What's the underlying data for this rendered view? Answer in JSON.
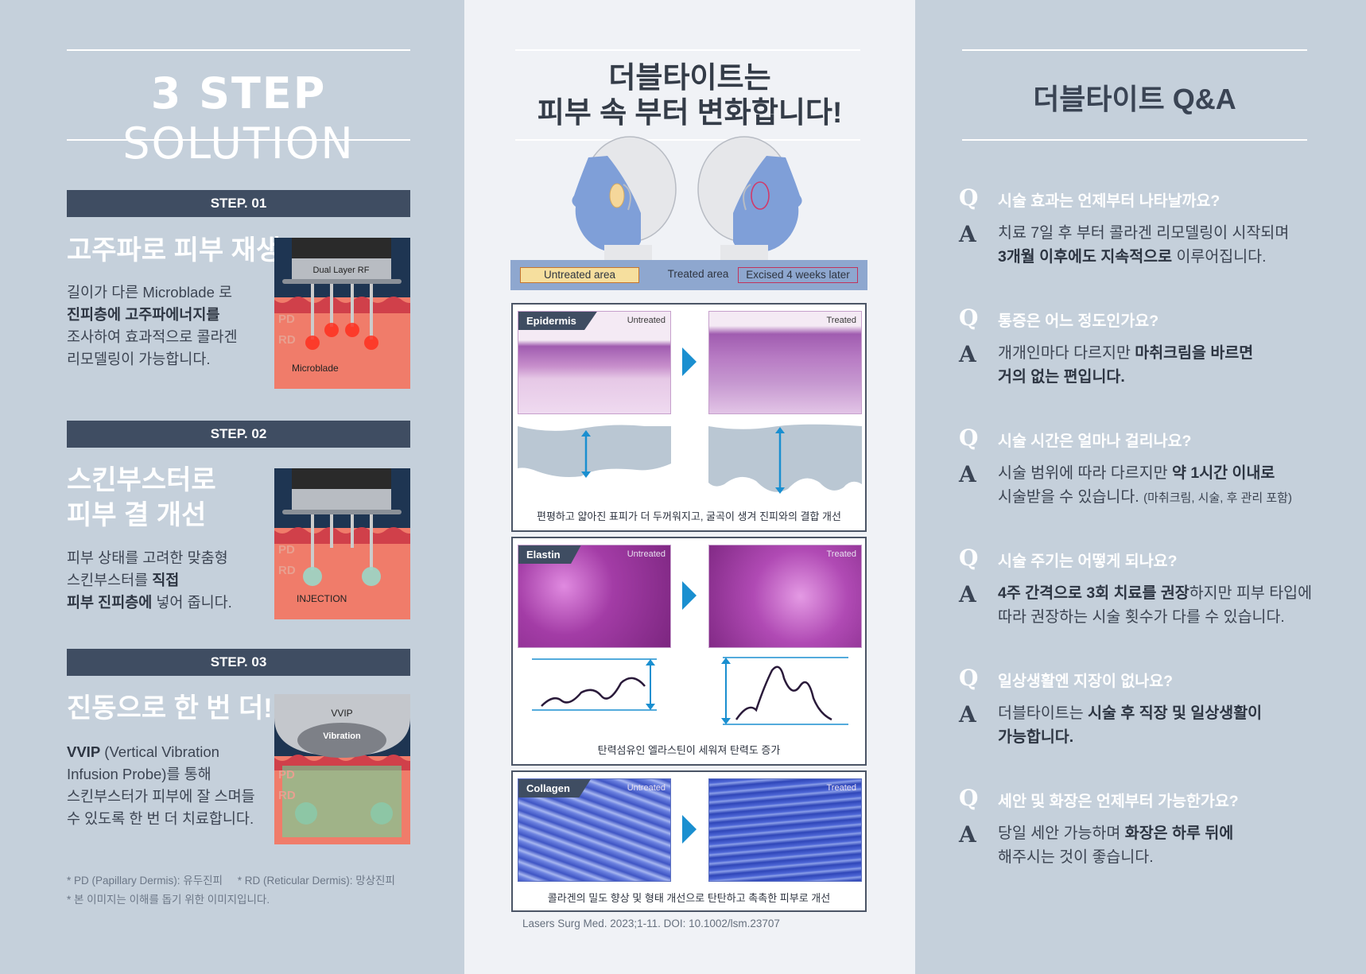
{
  "left": {
    "title_bold": "3 STEP",
    "title_light": "SOLUTION",
    "steps": [
      {
        "label": "STEP. 01",
        "heading": [
          "고주파로 피부 재생"
        ],
        "desc_lines": [
          [
            {
              "t": "길이가 다른 Microblade 로",
              "b": false
            }
          ],
          [
            {
              "t": "진피층에 고주파에너지를",
              "b": true
            }
          ],
          [
            {
              "t": "조사하여 효과적으로 콜라겐",
              "b": false
            }
          ],
          [
            {
              "t": "리모델링이 가능합니다.",
              "b": false
            }
          ]
        ],
        "img_labels": {
          "device": "Dual Layer RF",
          "pd": "PD",
          "rd": "RD",
          "bottom": "Microblade"
        }
      },
      {
        "label": "STEP. 02",
        "heading": [
          "스킨부스터로",
          "피부 결 개선"
        ],
        "desc_lines": [
          [
            {
              "t": "피부 상태를 고려한 맞춤형",
              "b": false
            }
          ],
          [
            {
              "t": "스킨부스터를 ",
              "b": false
            },
            {
              "t": "직접",
              "b": true
            }
          ],
          [
            {
              "t": "피부 진피층에",
              "b": true
            },
            {
              "t": " 넣어 줍니다.",
              "b": false
            }
          ]
        ],
        "img_labels": {
          "pd": "PD",
          "rd": "RD",
          "bottom": "INJECTION"
        }
      },
      {
        "label": "STEP. 03",
        "heading": [
          "진동으로 한 번 더!"
        ],
        "desc_lines": [
          [
            {
              "t": "VVIP",
              "b": true
            },
            {
              "t": " (Vertical Vibration",
              "b": false
            }
          ],
          [
            {
              "t": "Infusion Probe)를 통해",
              "b": false
            }
          ],
          [
            {
              "t": "스킨부스터가 피부에 잘 스며들",
              "b": false
            }
          ],
          [
            {
              "t": "수 있도록 한 번 더 치료합니다.",
              "b": false
            }
          ]
        ],
        "img_labels": {
          "device": "VVIP",
          "sub": "Vibration",
          "pd": "PD",
          "rd": "RD"
        }
      }
    ],
    "footnotes": [
      "* PD (Papillary Dermis): 유두진피     * RD (Reticular Dermis): 망상진피",
      "* 본 이미지는 이해를 돕기 위한 이미지입니다."
    ]
  },
  "middle": {
    "title_lines": [
      "더블타이트는",
      "피부 속 부터 변화합니다!"
    ],
    "legend": [
      "Untreated area",
      "Treated area",
      "Excised 4 weeks later"
    ],
    "panels": [
      {
        "tag": "Epidermis",
        "left_label": "Untreated",
        "right_label": "Treated",
        "caption": "편평하고 얇아진 표피가 더 두꺼워지고, 굴곡이 생겨 진피와의 결합 개선"
      },
      {
        "tag": "Elastin",
        "left_label": "Untreated",
        "right_label": "Treated",
        "caption": "탄력섬유인 엘라스틴이 세워져 탄력도 증가"
      },
      {
        "tag": "Collagen",
        "left_label": "Untreated",
        "right_label": "Treated",
        "caption": "콜라겐의 밀도 향상 및 형태 개선으로 탄탄하고 촉촉한 피부로 개선"
      }
    ],
    "citation": "Lasers Surg Med. 2023;1-11. DOI: 10.1002/lsm.23707",
    "colors": {
      "accent": "#1a8fd0",
      "panel_border": "#4b5566",
      "legend_bg": "#8ea7cf"
    }
  },
  "right": {
    "title": "더블타이트 Q&A",
    "q_mark": "Q",
    "a_mark": "A",
    "items": [
      {
        "q": "시술 효과는 언제부터 나타날까요?",
        "a_lines": [
          [
            {
              "t": "치료 7일 후 부터 콜라겐 리모델링이 시작되며",
              "b": false
            }
          ],
          [
            {
              "t": " 3개월 이후에도 지속적으로",
              "b": true
            },
            {
              "t": " 이루어집니다.",
              "b": false
            }
          ]
        ]
      },
      {
        "q": "통증은 어느 정도인가요?",
        "a_lines": [
          [
            {
              "t": "개개인마다 다르지만 ",
              "b": false
            },
            {
              "t": "마취크림을 바르면",
              "b": true
            }
          ],
          [
            {
              "t": "거의 없는 편입니다.",
              "b": true
            }
          ]
        ]
      },
      {
        "q": "시술 시간은 얼마나 걸리나요?",
        "a_lines": [
          [
            {
              "t": "시술 범위에 따라 다르지만 ",
              "b": false
            },
            {
              "t": "약 1시간 이내로",
              "b": true
            }
          ],
          [
            {
              "t": "시술받을 수 있습니다. ",
              "b": false
            },
            {
              "t": "(마취크림, 시술, 후 관리 포함)",
              "s": true
            }
          ]
        ]
      },
      {
        "q": "시술 주기는 어떻게 되나요?",
        "a_lines": [
          [
            {
              "t": "4주 간격으로 3회 치료를 권장",
              "b": true
            },
            {
              "t": "하지만 피부 타입에",
              "b": false
            }
          ],
          [
            {
              "t": "따라 권장하는 시술 횟수가 다를 수 있습니다.",
              "b": false
            }
          ]
        ]
      },
      {
        "q": "일상생활엔 지장이 없나요?",
        "a_lines": [
          [
            {
              "t": "더블타이트는 ",
              "b": false
            },
            {
              "t": "시술 후 직장 및 일상생활이",
              "b": true
            }
          ],
          [
            {
              "t": "가능합니다.",
              "b": true
            }
          ]
        ]
      },
      {
        "q": "세안 및 화장은 언제부터 가능한가요?",
        "a_lines": [
          [
            {
              "t": "당일 세안 가능하며 ",
              "b": false
            },
            {
              "t": "화장은 하루 뒤에",
              "b": true
            }
          ],
          [
            {
              "t": "해주시는 것이 좋습니다.",
              "b": false
            }
          ]
        ]
      }
    ]
  }
}
